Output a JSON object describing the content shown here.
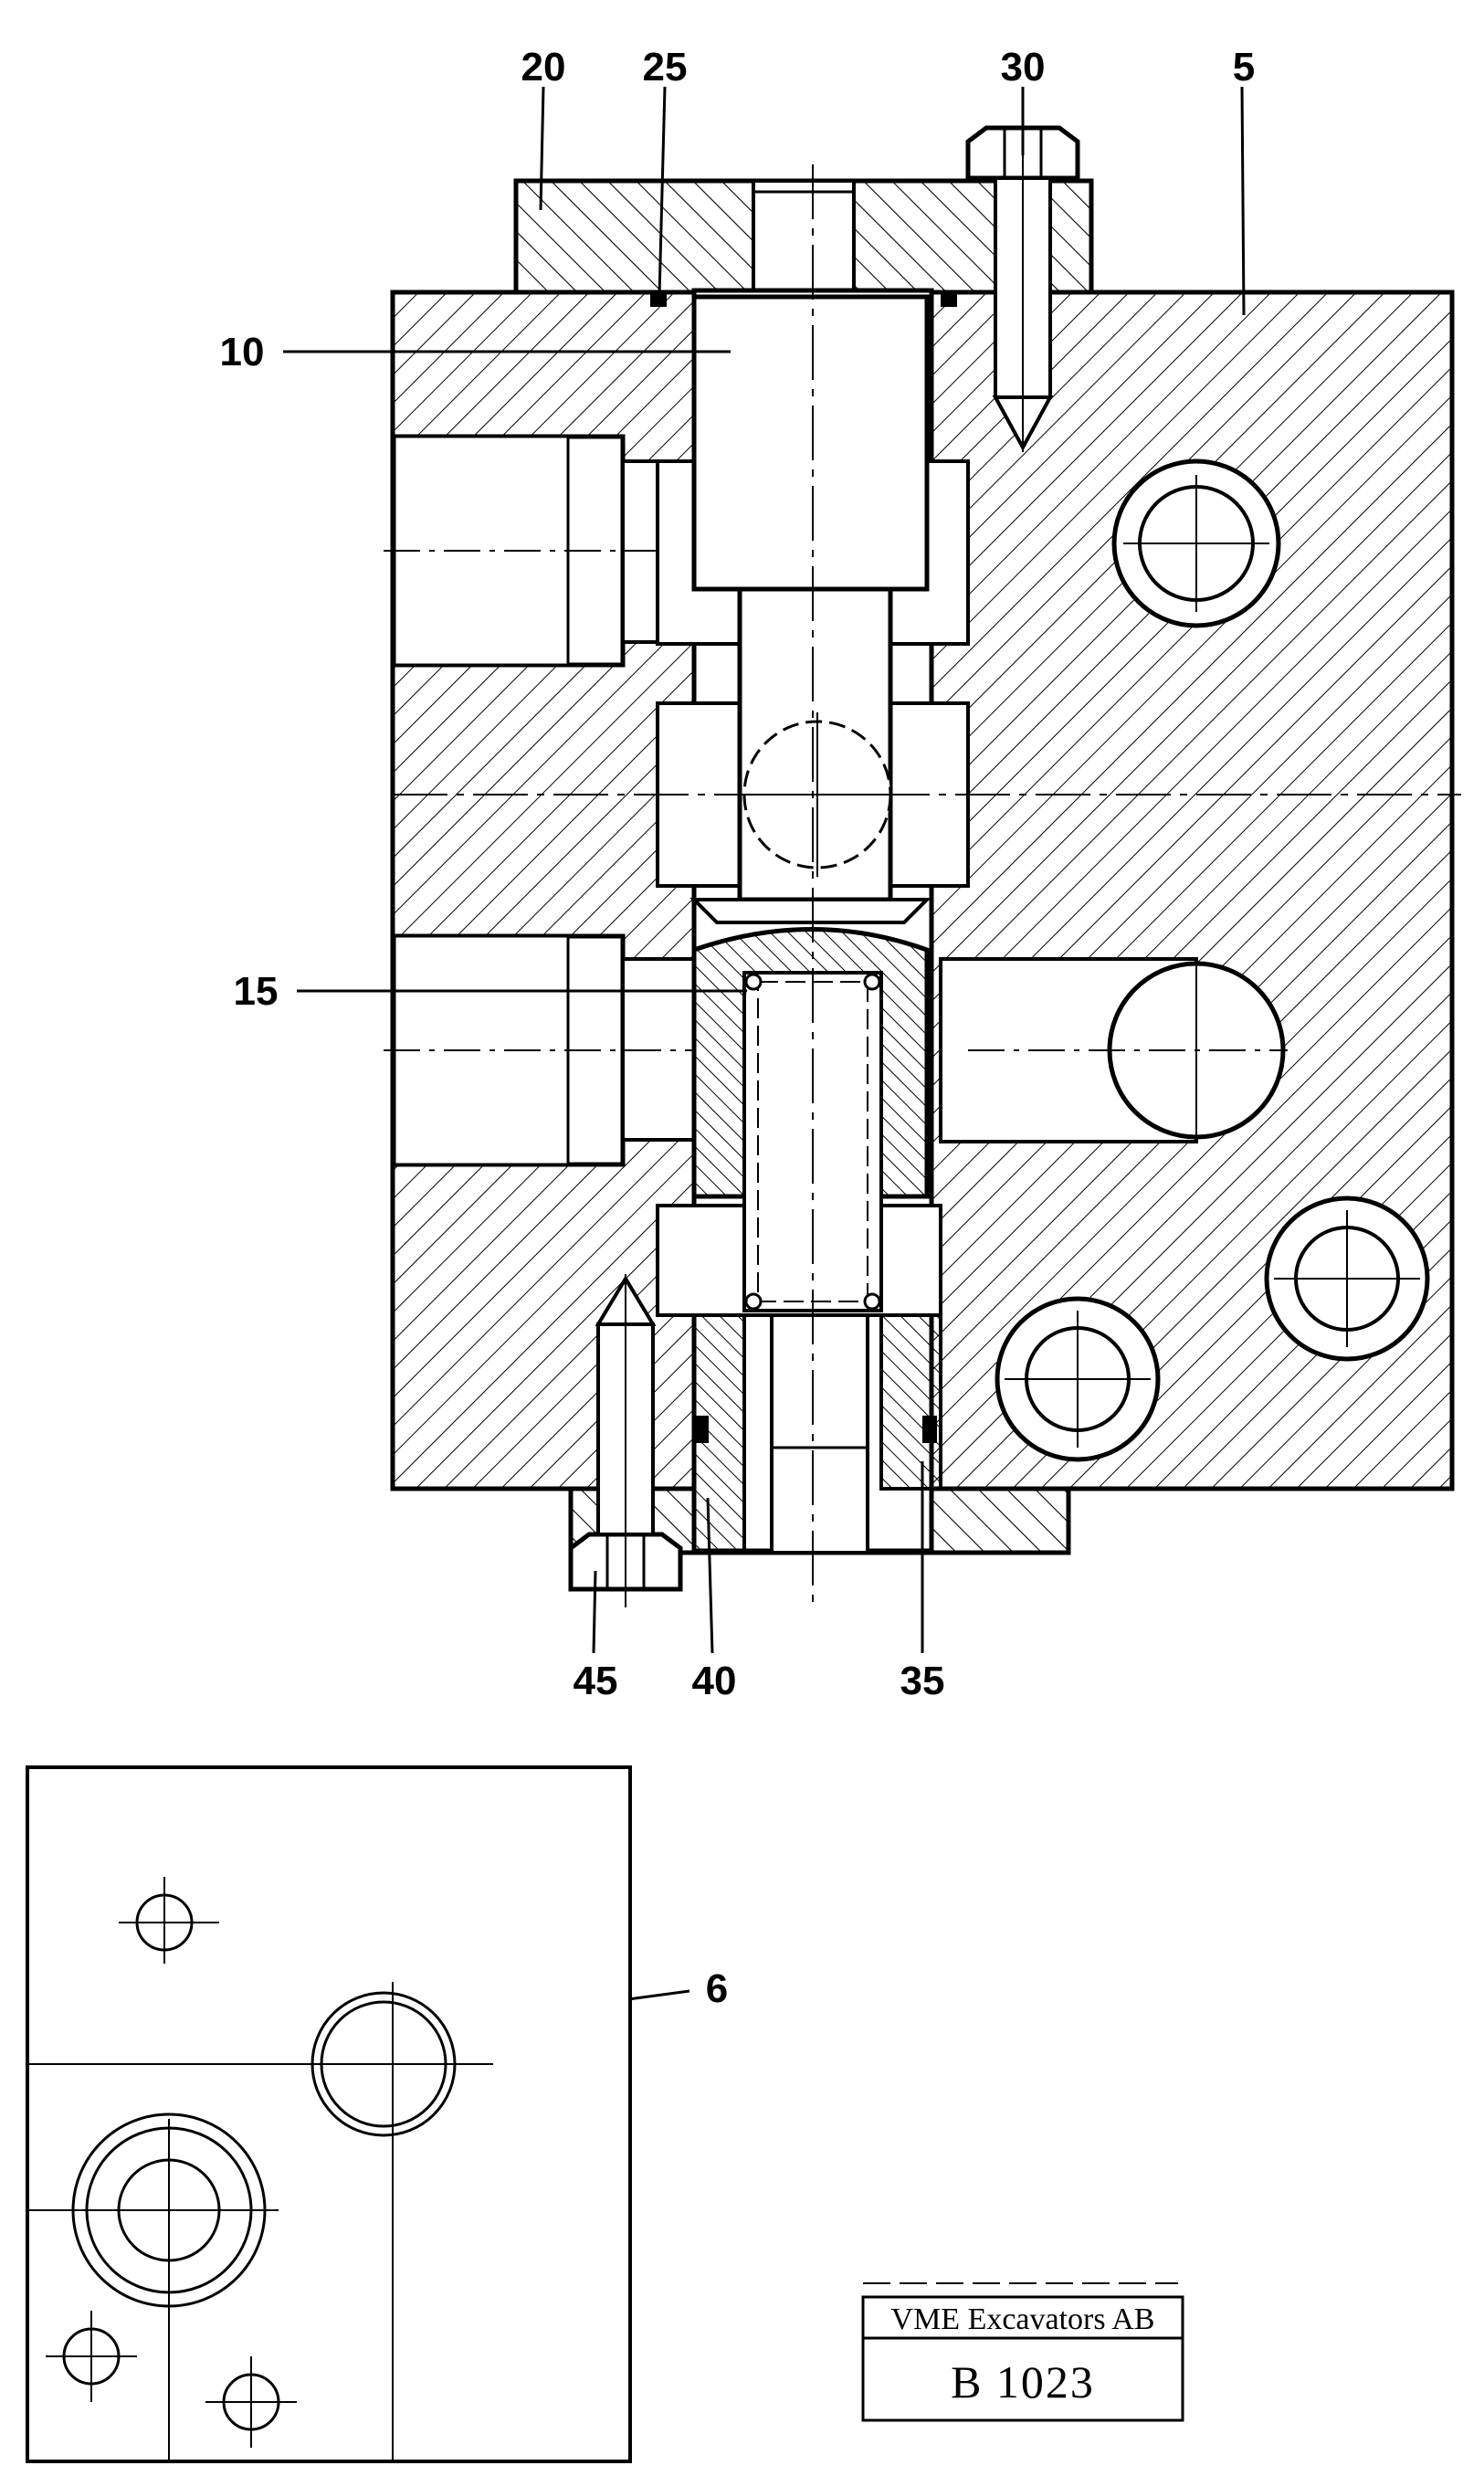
{
  "callouts": {
    "part_20": "20",
    "part_25": "25",
    "part_30": "30",
    "part_5": "5",
    "part_10": "10",
    "part_15": "15",
    "part_45": "45",
    "part_40": "40",
    "part_35": "35",
    "part_6": "6"
  },
  "title_block": {
    "company": "VME Excavators AB",
    "drawing_code": "B 1023"
  },
  "colors": {
    "ink": "#000000",
    "paper": "#ffffff"
  }
}
